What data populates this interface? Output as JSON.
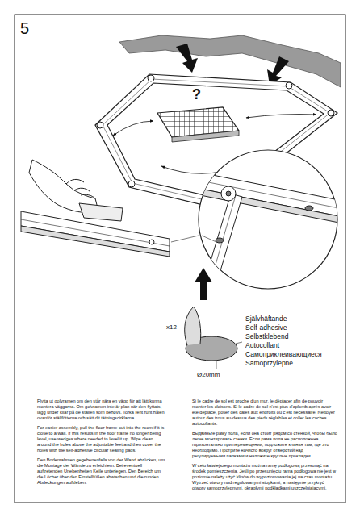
{
  "diagram": {
    "labels": [
      "5",
      "?",
      "x12",
      "Ø20mm",
      "Självhäftande",
      "Self-adhesive",
      "Selbstklebend",
      "Autocollant",
      "Самоприклеивающиеся",
      "Samoprzylepne",
      "Flytta ut golvramen om den står nära en vägg för att lätt kunna montera väggarna. Om golvramen inte är plan när den flyttats, lägg under kilar på de ställen som behövs. Torka rent runt hålen ovanför ställfötterna och sätt dit tätningscirklarna.",
      "For easier assembly, pull the floor frame out into the room if it is close to a wall. If this results in the floor frame no longer being level, use wedges where needed to level it up. Wipe clean around the holes above the adjustable feet and then cover the holes with the self-adhesive circular sealing pads.",
      "Den Bodenrahmen gegebenenfalls von der Wand abrücken, um die Montage der Wände zu erleichtern. Bei eventuell auftretenden Unebenheiten Keile unterlegen. Den Bereich um die Löcher über den Einstellfüßen abwischen und die runden Abdeckungen aufkleben.",
      "Si le cadre de sol est proche d'un mur, le déplacer afin de pouvoir monter les cloisons. Si le cadre de sol n'est plus d'aplomb après avoir été déplacé, poser des cales aux endroits où c'est nécessaire. Nettoyer autour des trous au-dessus des pieds réglables et coller les caches autocollants.",
      "Выдвиньте раму пола, если она стоит рядом со стенкой, чтобы было легче монтировать стенки. Если рама пола не расположена горизонтально при перемещении, подложите клинья там, где это необходимо. Протрите начисто вокруг отверстий над регулируемыми палками и наложите круглые прокладки.",
      "W celu łatwiejszego montażu można ramę podłogową przesunąć na środek pomieszczenia. Jeśli po przesunięciu rama podłogowa nie jest w poziomie należy użyć klinów do wypoziomowania jej na czas montażu. Wytrzeć otwory nad regulowanymi stopkami, a następnie przykryć otwory samoprzylepnymi, okrągłymi podkładkami uszczelniającymi."
    ]
  }
}
